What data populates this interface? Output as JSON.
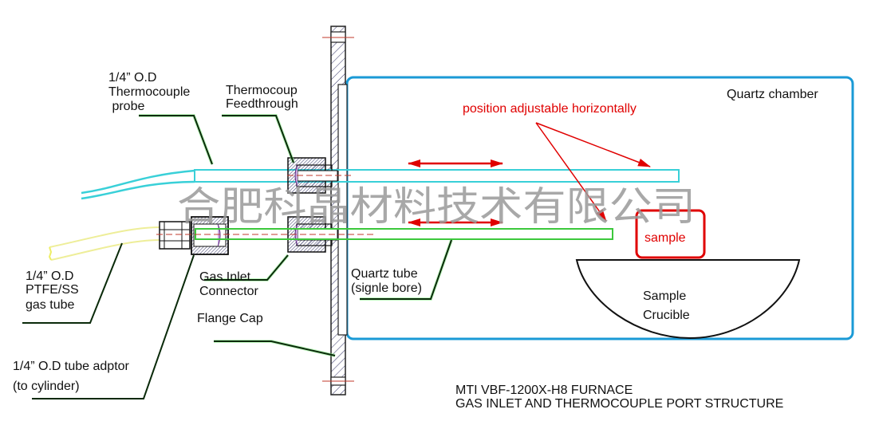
{
  "diagram": {
    "title_lines": [
      "MTI VBF-1200X-H8 FURNACE",
      "GAS INLET AND THERMOCOUPLE PORT STRUCTURE"
    ],
    "watermark": "合肥科晶材料技术有限公司",
    "labels": {
      "thermocouple_probe": [
        "1/4” O.D",
        "Thermocouple",
        " probe"
      ],
      "thermocouple_feedthrough": [
        "Thermocoup",
        "Feedthrough"
      ],
      "gas_tube": [
        "1/4” O.D",
        "PTFE/SS",
        "gas tube"
      ],
      "gas_inlet_connector": [
        "Gas Inlet",
        "Connector"
      ],
      "flange_cap": "Flange Cap",
      "tube_adaptor": [
        "1/4” O.D tube adptor",
        "(to cylinder)"
      ],
      "quartz_tube": [
        "Quartz tube",
        "(signle bore)"
      ],
      "quartz_chamber": "Quartz chamber",
      "position_note": "position adjustable horizontally",
      "sample": "sample",
      "crucible": [
        "Sample",
        "Crucible"
      ]
    },
    "colors": {
      "chamber": "#1a9ad6",
      "thermocouple": "#39d0d8",
      "quartz_tube": "#3cc83c",
      "gas_tube": "#f0f0a0",
      "annotation_red": "#e00000",
      "flange_hatch": "#2a2a6a"
    }
  }
}
